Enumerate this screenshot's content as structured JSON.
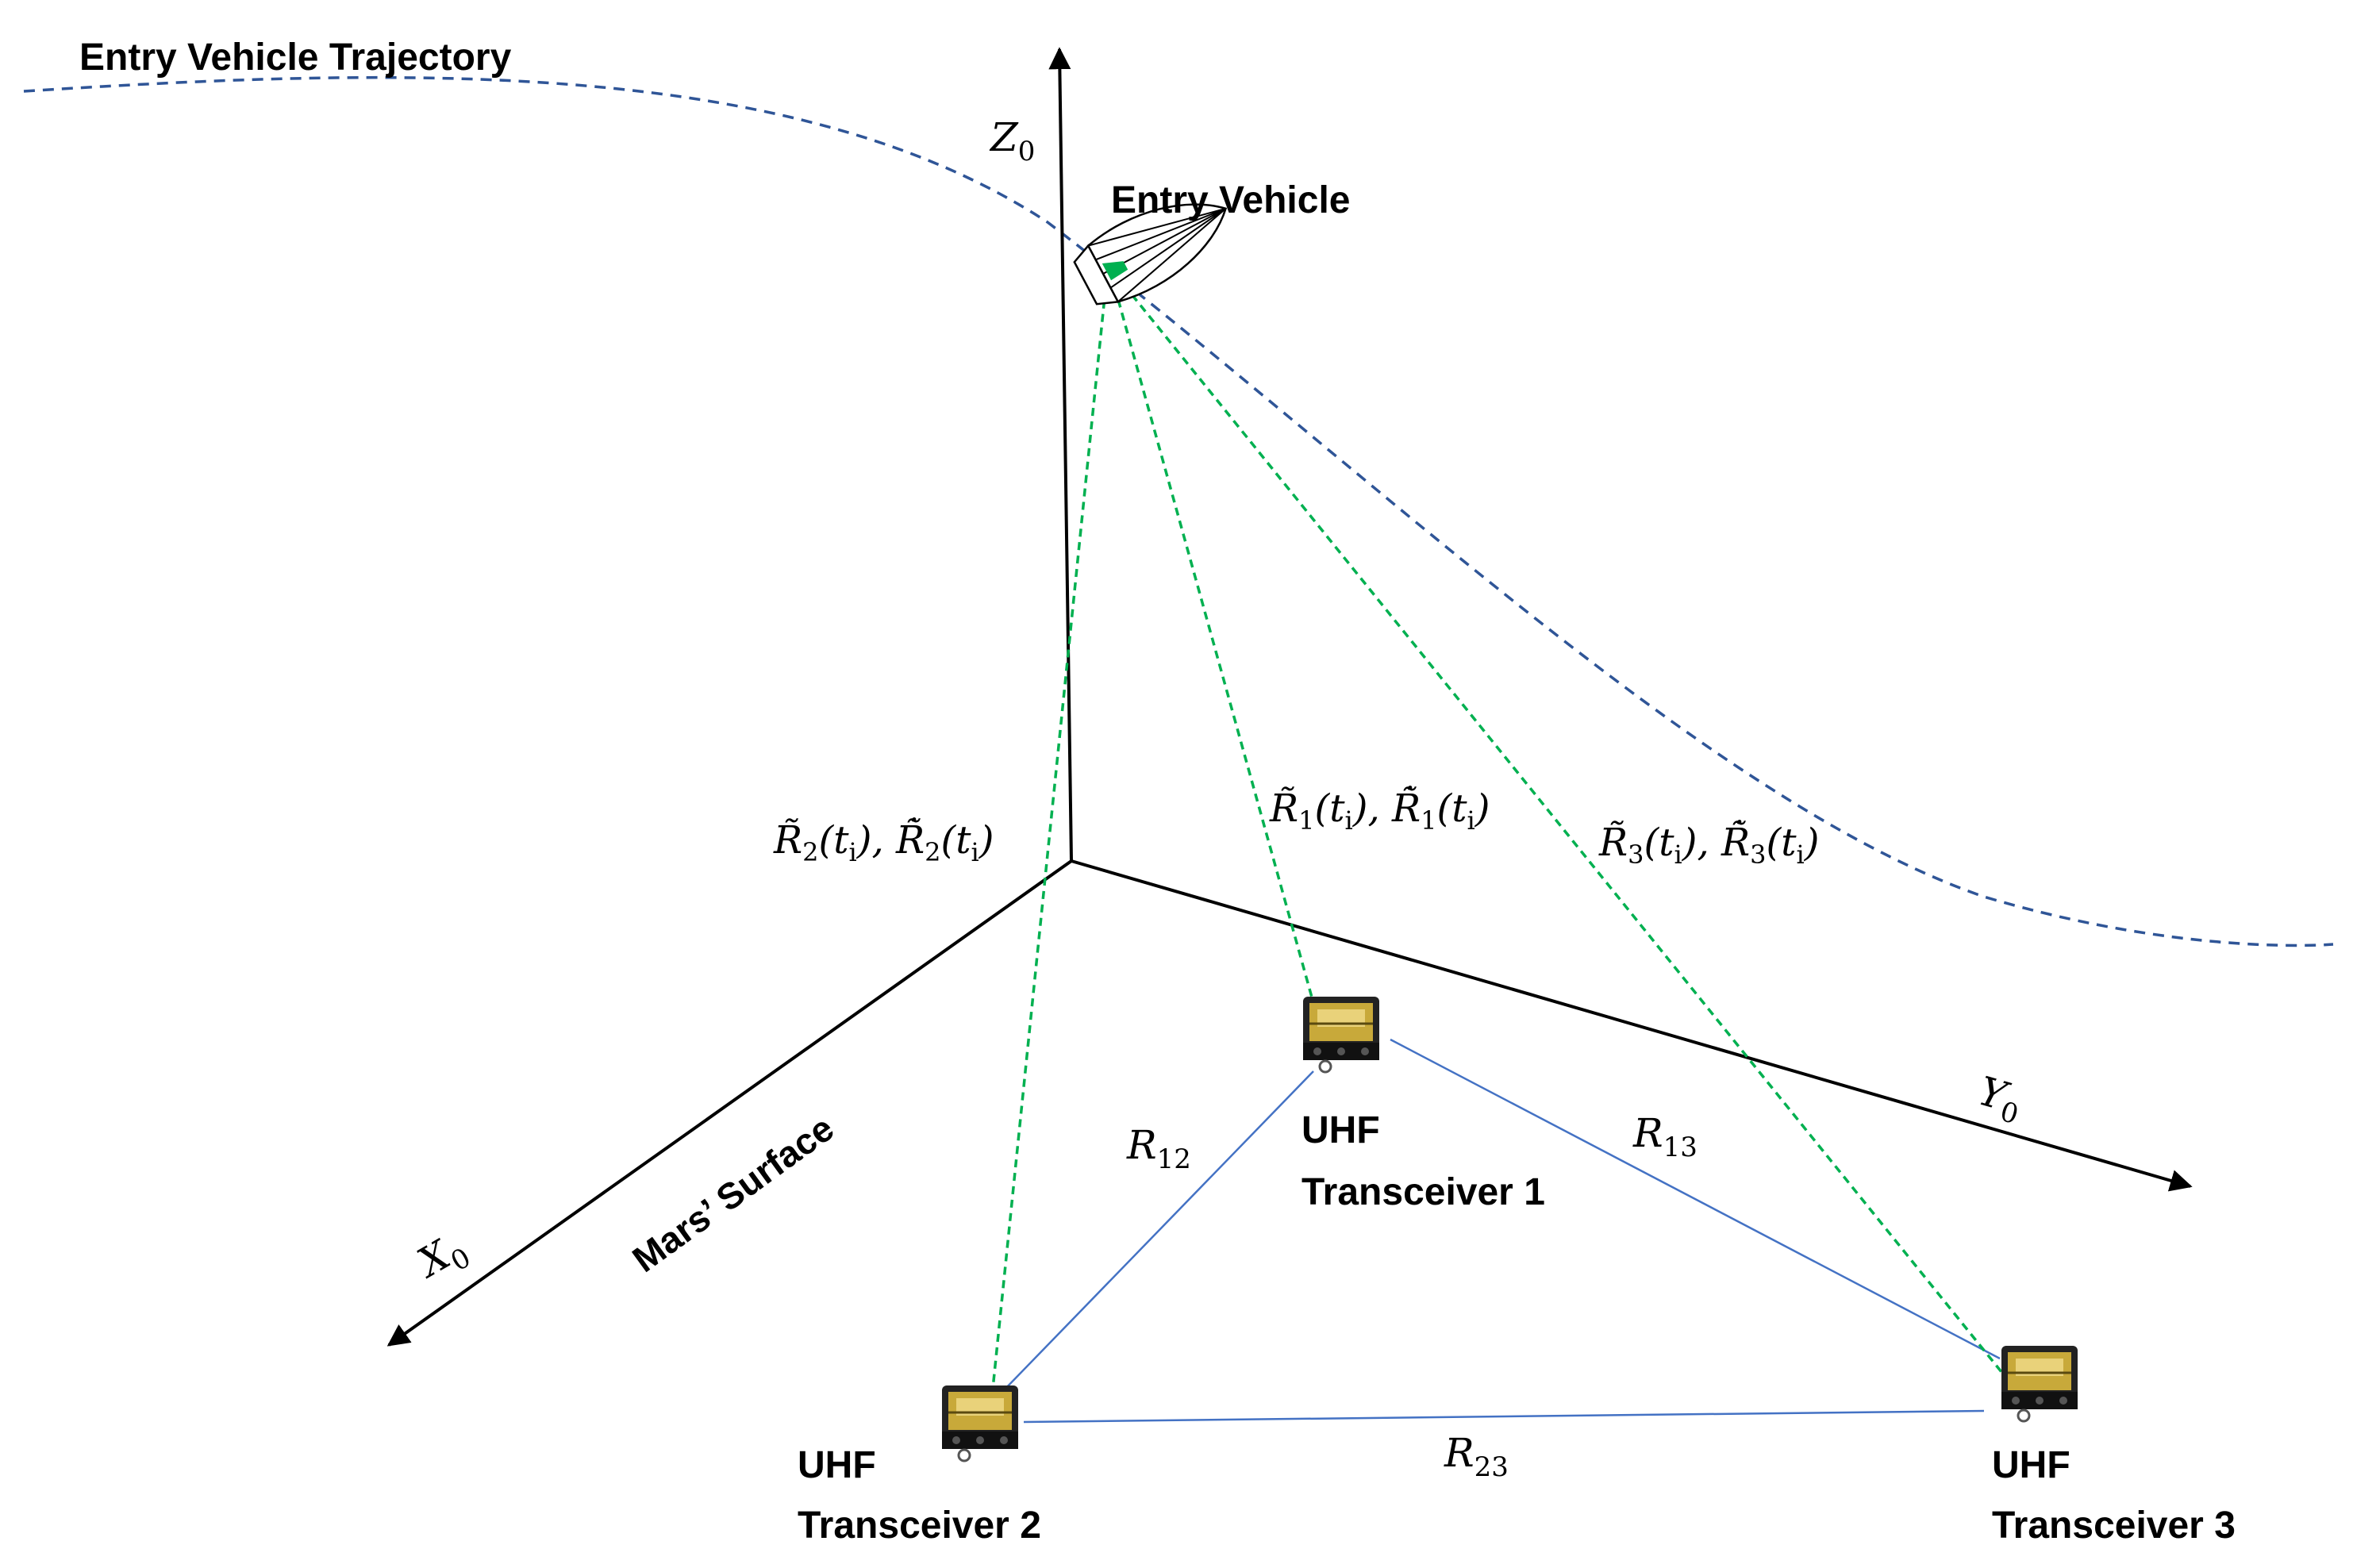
{
  "labels": {
    "trajectory": "Entry Vehicle Trajectory",
    "vehicle": "Entry Vehicle",
    "surface": "Mars’ Surface",
    "t1_line1": "UHF",
    "t1_line2": "Transceiver 1",
    "t2_line1": "UHF",
    "t2_line2": "Transceiver 2",
    "t3_line1": "UHF",
    "t3_line2": "Transceiver 3"
  },
  "axes": {
    "z": {
      "base": "Z",
      "sub": "0"
    },
    "y": {
      "base": "Y",
      "sub": "0"
    },
    "x": {
      "base": "X",
      "sub": "0"
    }
  },
  "ranges": {
    "r12": {
      "base": "R",
      "sub": "12"
    },
    "r13": {
      "base": "R",
      "sub": "13"
    },
    "r23": {
      "base": "R",
      "sub": "23"
    }
  },
  "measurements": {
    "m1": {
      "sub": "1",
      "arg": "(t",
      "argsub": "i",
      "close": ")"
    },
    "m2": {
      "sub": "2",
      "arg": "(t",
      "argsub": "i",
      "close": ")"
    },
    "m3": {
      "sub": "3",
      "arg": "(t",
      "argsub": "i",
      "close": ")"
    }
  },
  "colors": {
    "trajectory": "#2f5597",
    "los": "#00b050",
    "baseline": "#4472c4",
    "axes": "#000000"
  }
}
